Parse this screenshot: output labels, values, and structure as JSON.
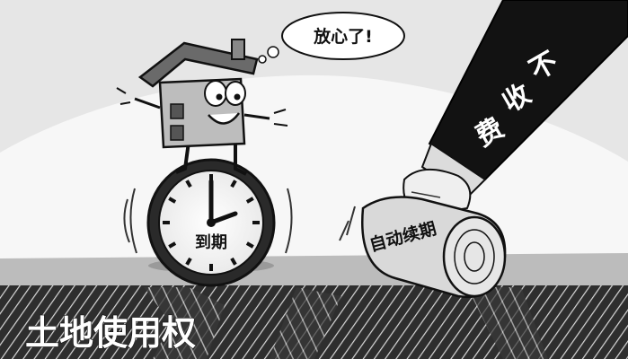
{
  "speech_bubble": {
    "text": "放心了!"
  },
  "sleeve_text": {
    "chars": [
      "不",
      "收",
      "费"
    ]
  },
  "clock": {
    "label": "到期"
  },
  "roll": {
    "label": "自动续期"
  },
  "banner": {
    "text": "土地使用权"
  },
  "colors": {
    "sky": "#e8e8e8",
    "hill": "#f6f6f6",
    "ground": "#bdbdbd",
    "soil": "#3a3a3a",
    "sleeve": "#111111",
    "outline": "#1a1a1a"
  }
}
